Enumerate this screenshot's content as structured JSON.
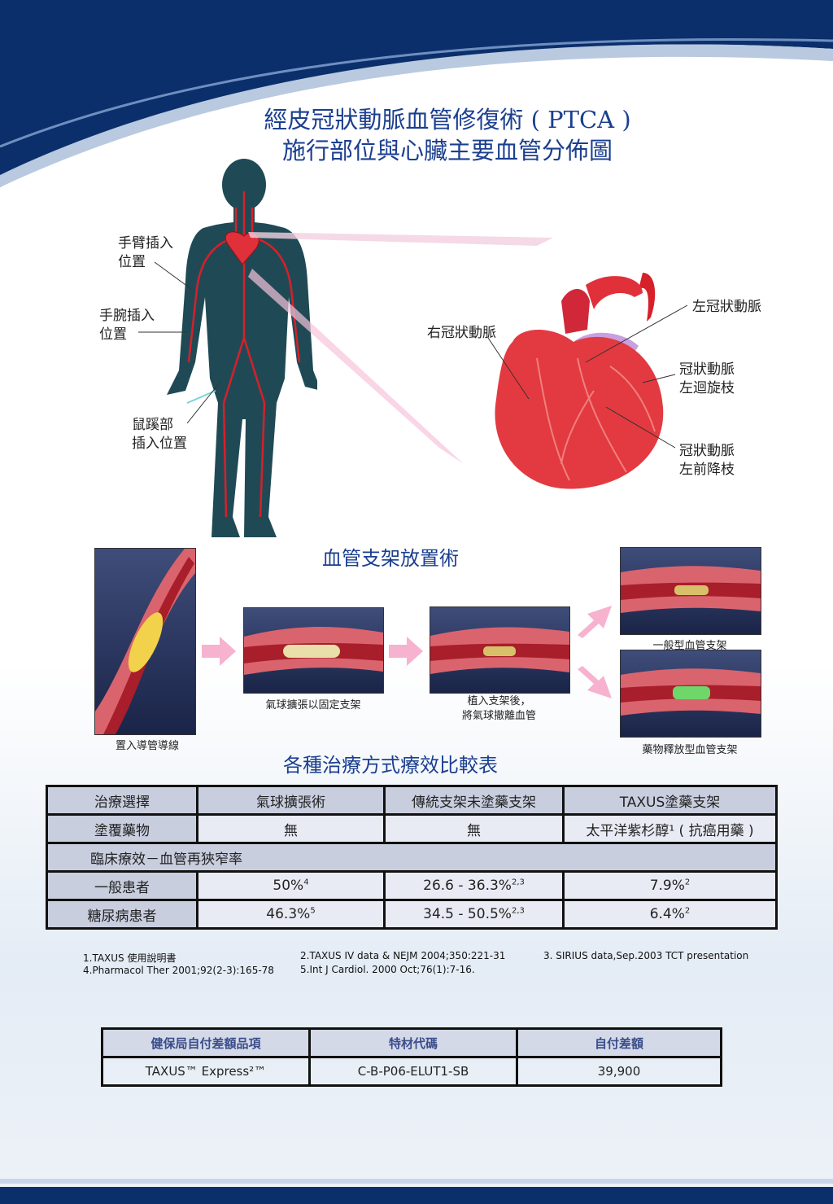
{
  "colors": {
    "navy": "#0a2f6b",
    "title_blue": "#1b3f8f",
    "artery_red": "#d6202a",
    "heart_red": "#e0303a",
    "arrow_pink": "#f7b2cf",
    "table_header": "#c9cedf"
  },
  "header": {
    "title_line1": "經皮冠狀動脈血管修復術 ( PTCA )",
    "title_line2": "施行部位與心臟主要血管分佈圖"
  },
  "body_labels": {
    "arm": [
      "手臂插入",
      "位置"
    ],
    "wrist": [
      "手腕插入",
      "位置"
    ],
    "groin": [
      "鼠蹊部",
      "插入位置"
    ]
  },
  "heart_labels": {
    "right_coronary": "右冠狀動脈",
    "left_coronary": "左冠狀動脈",
    "circumflex": [
      "冠狀動脈",
      "左迴旋枝"
    ],
    "lad": [
      "冠狀動脈",
      "左前降枝"
    ]
  },
  "stent_section": {
    "title": "血管支架放置術",
    "captions": {
      "catheter": "置入導管導線",
      "balloon": "氣球擴張以固定支架",
      "after": [
        "植入支架後，",
        "將氣球撤離血管"
      ],
      "bare": "一般型血管支架",
      "drug": "藥物釋放型血管支架"
    }
  },
  "comparison": {
    "title": "各種治療方式療效比較表",
    "header": [
      "治療選擇",
      "氣球擴張術",
      "傳統支架未塗藥支架",
      "TAXUS塗藥支架"
    ],
    "drug_row": [
      "塗覆藥物",
      "無",
      "無",
      "太平洋紫杉醇¹ ( 抗癌用藥 )"
    ],
    "section_row": "臨床療效－血管再狹窄率",
    "rows": [
      {
        "label": "一般患者",
        "v1": "50%",
        "s1": "4",
        "v2": "26.6 - 36.3%",
        "s2": "2,3",
        "v3": "7.9%",
        "s3": "2"
      },
      {
        "label": "糖尿病患者",
        "v1": "46.3%",
        "s1": "5",
        "v2": "34.5 - 50.5%",
        "s2": "2,3",
        "v3": "6.4%",
        "s3": "2"
      }
    ]
  },
  "references": [
    "1.TAXUS 使用說明書",
    "4.Pharmacol Ther 2001;92(2-3):165-78",
    "2.TAXUS IV data & NEJM 2004;350:221-31",
    "5.Int J Cardiol. 2000 Oct;76(1):7-16.",
    "3. SIRIUS data,Sep.2003 TCT presentation"
  ],
  "cost_table": {
    "header": [
      "健保局自付差額品項",
      "特材代碼",
      "自付差額"
    ],
    "row": [
      "TAXUS™ Express²™",
      "C-B-P06-ELUT1-SB",
      "39,900"
    ]
  }
}
